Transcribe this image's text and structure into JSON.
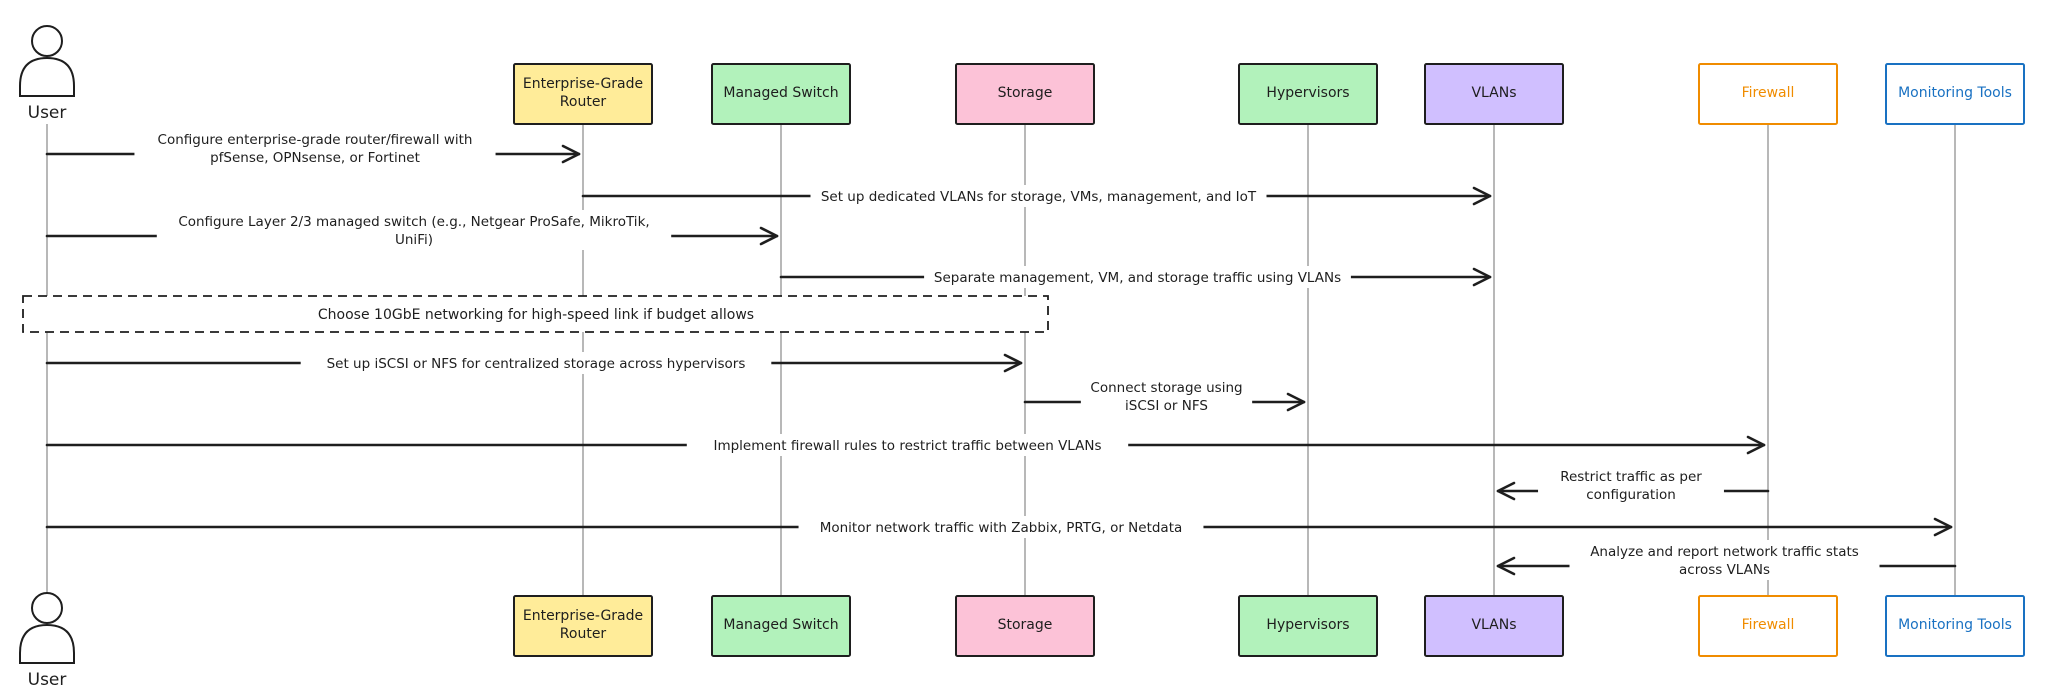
{
  "actor": {
    "label": "User"
  },
  "participants": [
    {
      "id": "router",
      "label": "Enterprise-Grade\nRouter",
      "fill": "#ffec99",
      "stroke": "#1e1e1e",
      "text": "#1e1e1e"
    },
    {
      "id": "switch",
      "label": "Managed Switch",
      "fill": "#b2f2bb",
      "stroke": "#1e1e1e",
      "text": "#1e1e1e"
    },
    {
      "id": "storage",
      "label": "Storage",
      "fill": "#fcc2d7",
      "stroke": "#1e1e1e",
      "text": "#1e1e1e"
    },
    {
      "id": "hypervisors",
      "label": "Hypervisors",
      "fill": "#b2f2bb",
      "stroke": "#1e1e1e",
      "text": "#1e1e1e"
    },
    {
      "id": "vlans",
      "label": "VLANs",
      "fill": "#d0bfff",
      "stroke": "#1e1e1e",
      "text": "#1e1e1e"
    },
    {
      "id": "firewall",
      "label": "Firewall",
      "fill": "#ffffff",
      "stroke": "#f08c00",
      "text": "#f08c00"
    },
    {
      "id": "monitoring",
      "label": "Monitoring Tools",
      "fill": "#ffffff",
      "stroke": "#1971c2",
      "text": "#1971c2"
    }
  ],
  "messages": [
    {
      "from": "user",
      "to": "router",
      "label": "Configure enterprise-grade router/firewall with\npfSense, OPNsense, or Fortinet"
    },
    {
      "from": "router",
      "to": "vlans",
      "label": "Set up dedicated VLANs for storage, VMs, management, and IoT"
    },
    {
      "from": "user",
      "to": "switch",
      "label": "Configure Layer 2/3 managed switch (e.g., Netgear ProSafe, MikroTik,\nUniFi)"
    },
    {
      "from": "switch",
      "to": "vlans",
      "label": "Separate management, VM, and storage traffic using VLANs"
    },
    {
      "from": "user",
      "to": "storage",
      "label": "Set up iSCSI or NFS for centralized storage across hypervisors"
    },
    {
      "from": "storage",
      "to": "hypervisors",
      "label": "Connect storage using\niSCSI or NFS"
    },
    {
      "from": "user",
      "to": "firewall",
      "label": "Implement firewall rules to restrict traffic between VLANs"
    },
    {
      "from": "firewall",
      "to": "vlans",
      "label": "Restrict traffic as per\nconfiguration"
    },
    {
      "from": "user",
      "to": "monitoring",
      "label": "Monitor network traffic with Zabbix, PRTG, or Netdata"
    },
    {
      "from": "monitoring",
      "to": "vlans",
      "label": "Analyze and report network traffic stats\nacross VLANs"
    }
  ],
  "note": {
    "label": "Choose 10GbE networking for high-speed link if budget allows"
  },
  "colors": {
    "ink": "#1e1e1e",
    "lifeline": "#9a9a9a"
  }
}
